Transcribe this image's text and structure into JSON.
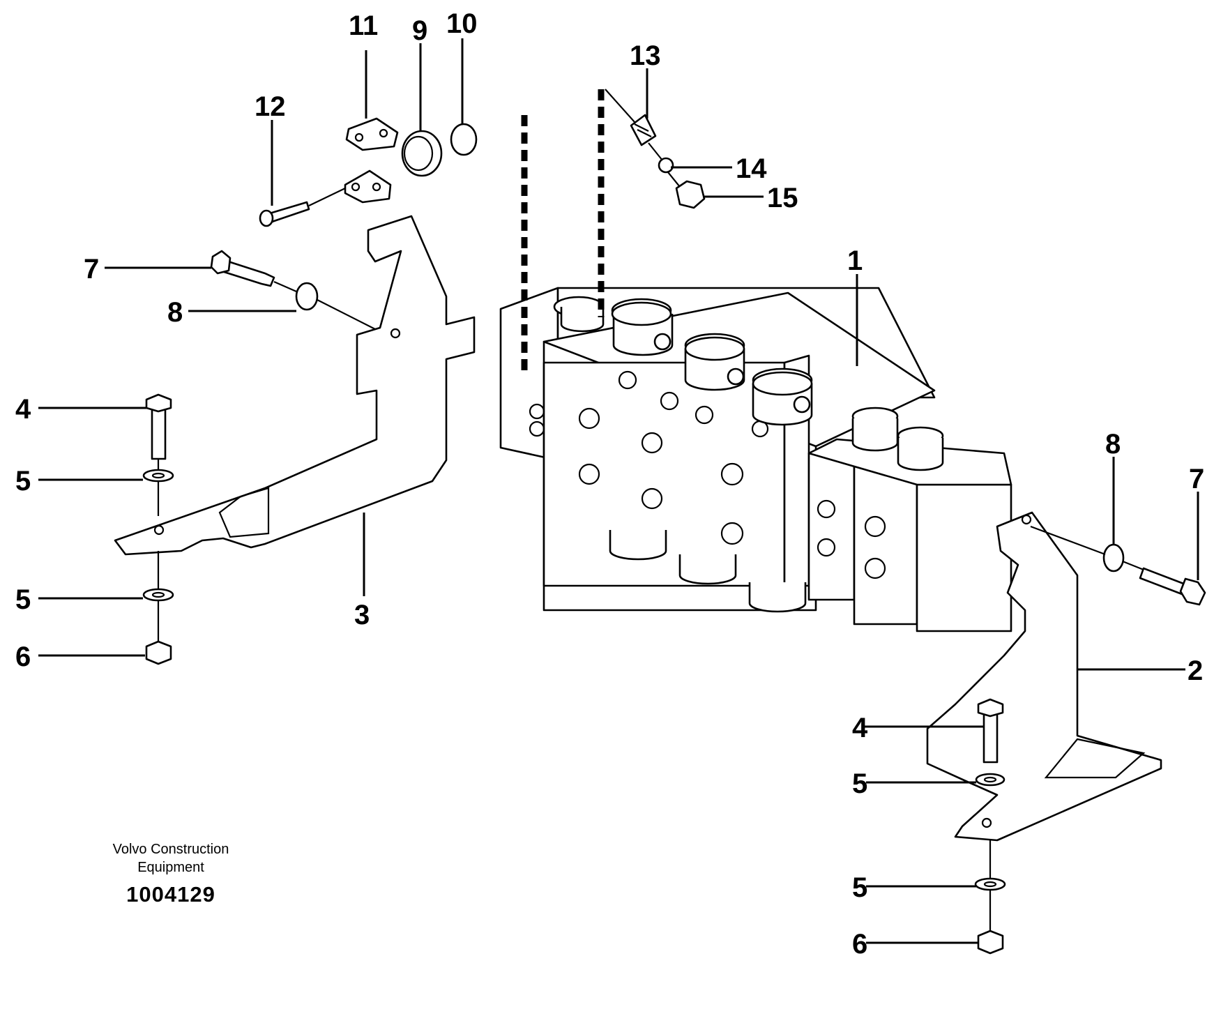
{
  "diagram": {
    "company_line1": "Volvo Construction",
    "company_line2": "Equipment",
    "drawing_number": "1004129",
    "callouts": {
      "c1": "1",
      "c2": "2",
      "c3": "3",
      "c4_left": "4",
      "c4_right": "4",
      "c5_left_top": "5",
      "c5_left_bottom": "5",
      "c5_right_top": "5",
      "c5_right_bottom": "5",
      "c6_left": "6",
      "c6_right": "6",
      "c7_left": "7",
      "c7_right": "7",
      "c8_left": "8",
      "c8_right": "8",
      "c9": "9",
      "c10": "10",
      "c11": "11",
      "c12": "12",
      "c13": "13",
      "c14": "14",
      "c15": "15"
    }
  }
}
